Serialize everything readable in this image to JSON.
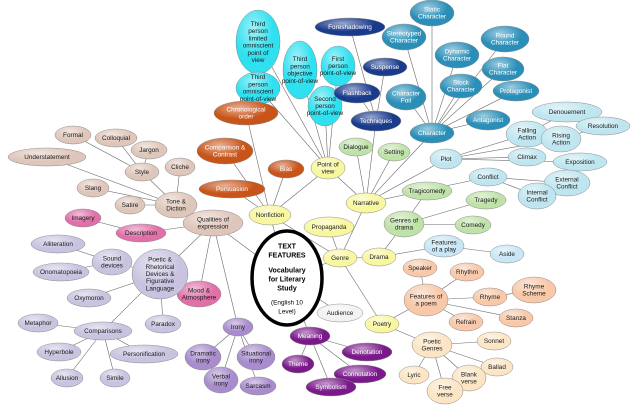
{
  "center": {
    "lines_bold": [
      "TEXT",
      "FEATURES",
      "",
      "Vocabulary",
      "for Literary",
      "Study"
    ],
    "lines_normal": [
      "(English 10",
      "Level)"
    ]
  },
  "colors": {
    "cyan": "#2ee0f0",
    "navy": "#1a3a8c",
    "steelblue": "#2a8fb8",
    "paleblue": "#bfe6f0",
    "lightblue": "#c8e6f5",
    "yellow": "#f8f7a0",
    "green": "#bfe2a8",
    "orange": "#c8541a",
    "lavender": "#c9c3e0",
    "purple": "#a88ccd",
    "violet": "#7a1a8a",
    "pinkrose": "#e8b8c0",
    "magenta": "#e070a8",
    "tan": "#dfc6ba",
    "peach": "#f8c8a8",
    "cream": "#fbe5c4",
    "white": "#f2f2f2"
  },
  "nodes": [
    {
      "id": "nonfiction",
      "label": "Nonfiction",
      "color": "yellow"
    },
    {
      "id": "pov",
      "label": "Point of view",
      "color": "yellow"
    },
    {
      "id": "narrative",
      "label": "Narrative",
      "color": "yellow"
    },
    {
      "id": "propaganda",
      "label": "Propaganda",
      "color": "yellow"
    },
    {
      "id": "genre",
      "label": "Genre",
      "color": "yellow"
    },
    {
      "id": "drama",
      "label": "Drama",
      "color": "yellow"
    },
    {
      "id": "poetry",
      "label": "Poetry",
      "color": "yellow"
    },
    {
      "id": "dialogue",
      "label": "Dialogue",
      "color": "green"
    },
    {
      "id": "setting",
      "label": "Setting",
      "color": "green"
    },
    {
      "id": "genres_drama",
      "label": "Genres of drama",
      "color": "green"
    },
    {
      "id": "tragicomedy",
      "label": "Tragicomedy",
      "color": "green"
    },
    {
      "id": "tragedy",
      "label": "Tragedy",
      "color": "green"
    },
    {
      "id": "comedy",
      "label": "Comedy",
      "color": "green"
    },
    {
      "id": "features_play",
      "label": "Features of a play",
      "color": "lightblue"
    },
    {
      "id": "aside",
      "label": "Aside",
      "color": "lightblue"
    },
    {
      "id": "third_limited",
      "label": "Third person limited omniscient point of view",
      "color": "cyan"
    },
    {
      "id": "third_objective",
      "label": "Third person objective point-of-view",
      "color": "cyan"
    },
    {
      "id": "first_person",
      "label": "First person point-of-view",
      "color": "cyan"
    },
    {
      "id": "third_omni",
      "label": "Third person omniscient point-of-view",
      "color": "cyan"
    },
    {
      "id": "second_person",
      "label": "Second person point-of-view",
      "color": "cyan"
    },
    {
      "id": "foreshadowing",
      "label": "Foreshadowing",
      "color": "navy"
    },
    {
      "id": "suspense",
      "label": "Suspense",
      "color": "navy"
    },
    {
      "id": "flashback",
      "label": "Flashback",
      "color": "navy"
    },
    {
      "id": "techniques",
      "label": "Techniques",
      "color": "navy"
    },
    {
      "id": "character_foil",
      "label": "Character Foil",
      "color": "steelblue"
    },
    {
      "id": "stereotyped",
      "label": "Stereotyped Character",
      "color": "steelblue"
    },
    {
      "id": "static",
      "label": "Static Character",
      "color": "steelblue"
    },
    {
      "id": "round",
      "label": "Round Character",
      "color": "steelblue"
    },
    {
      "id": "dynamic",
      "label": "Dynamic Character",
      "color": "steelblue"
    },
    {
      "id": "flat",
      "label": "Flat Character",
      "color": "steelblue"
    },
    {
      "id": "stock",
      "label": "Stock Character",
      "color": "steelblue"
    },
    {
      "id": "protagonist",
      "label": "Protagonist",
      "color": "steelblue"
    },
    {
      "id": "antagonist",
      "label": "Antagonist",
      "color": "steelblue"
    },
    {
      "id": "character",
      "label": "Character",
      "color": "steelblue"
    },
    {
      "id": "plot",
      "label": "Plot",
      "color": "paleblue"
    },
    {
      "id": "denouement",
      "label": "Denouement",
      "color": "paleblue"
    },
    {
      "id": "falling",
      "label": "Falling Action",
      "color": "paleblue"
    },
    {
      "id": "rising",
      "label": "Rising Action",
      "color": "paleblue"
    },
    {
      "id": "resolution",
      "label": "Resolution",
      "color": "paleblue"
    },
    {
      "id": "climax",
      "label": "Climax",
      "color": "paleblue"
    },
    {
      "id": "exposition",
      "label": "Exposition",
      "color": "paleblue"
    },
    {
      "id": "conflict",
      "label": "Conflict",
      "color": "paleblue"
    },
    {
      "id": "external",
      "label": "External Conflict",
      "color": "paleblue"
    },
    {
      "id": "internal",
      "label": "Internal Conflict",
      "color": "paleblue"
    },
    {
      "id": "chronological",
      "label": "Chronological order",
      "color": "orange"
    },
    {
      "id": "comparison_contrast",
      "label": "Comparison & Contrast",
      "color": "orange"
    },
    {
      "id": "bias",
      "label": "Bias",
      "color": "orange"
    },
    {
      "id": "persuasion",
      "label": "Persuasion",
      "color": "orange"
    },
    {
      "id": "qualities",
      "label": "Qualities of expression",
      "color": "tan"
    },
    {
      "id": "tone",
      "label": "Tone & Diction",
      "color": "tan"
    },
    {
      "id": "formal",
      "label": "Formal",
      "color": "tan"
    },
    {
      "id": "colloquial",
      "label": "Colloquial",
      "color": "tan"
    },
    {
      "id": "jargon",
      "label": "Jargon",
      "color": "tan"
    },
    {
      "id": "style",
      "label": "Style",
      "color": "tan"
    },
    {
      "id": "cliche",
      "label": "Cliche",
      "color": "tan"
    },
    {
      "id": "understatement",
      "label": "Understatement",
      "color": "tan"
    },
    {
      "id": "slang",
      "label": "Slang",
      "color": "tan"
    },
    {
      "id": "satire",
      "label": "Satire",
      "color": "tan"
    },
    {
      "id": "imagery",
      "label": "Imagery",
      "color": "magenta"
    },
    {
      "id": "description",
      "label": "Description",
      "color": "magenta"
    },
    {
      "id": "mood",
      "label": "Mood & Atmosphere",
      "color": "magenta"
    },
    {
      "id": "poetic_devices",
      "label": "Poetic & Rhetorical Devices & Figurative Language",
      "color": "lavender"
    },
    {
      "id": "alliteration",
      "label": "Alliteration",
      "color": "lavender"
    },
    {
      "id": "sound_devices",
      "label": "Sound devices",
      "color": "lavender"
    },
    {
      "id": "onomatopoeia",
      "label": "Onomatopoeia",
      "color": "lavender"
    },
    {
      "id": "oxymoron",
      "label": "Oxymoron",
      "color": "lavender"
    },
    {
      "id": "paradox",
      "label": "Paradox",
      "color": "lavender"
    },
    {
      "id": "metaphor",
      "label": "Metaphor",
      "color": "lavender"
    },
    {
      "id": "comparisons",
      "label": "Comparisons",
      "color": "lavender"
    },
    {
      "id": "hyperbole",
      "label": "Hyperbole",
      "color": "lavender"
    },
    {
      "id": "personification",
      "label": "Personification",
      "color": "lavender"
    },
    {
      "id": "allusion",
      "label": "Allusion",
      "color": "lavender"
    },
    {
      "id": "simile",
      "label": "Simile",
      "color": "lavender"
    },
    {
      "id": "irony",
      "label": "Irony",
      "color": "purple"
    },
    {
      "id": "dramatic_irony",
      "label": "Dramatic irony",
      "color": "purple"
    },
    {
      "id": "situational_irony",
      "label": "Situational irony",
      "color": "purple"
    },
    {
      "id": "verbal_irony",
      "label": "Verbal irony",
      "color": "purple"
    },
    {
      "id": "sarcasm",
      "label": "Sarcasm",
      "color": "purple"
    },
    {
      "id": "audience",
      "label": "Audience",
      "color": "white"
    },
    {
      "id": "meaning",
      "label": "Meaning",
      "color": "violet"
    },
    {
      "id": "denotation",
      "label": "Denotation",
      "color": "violet"
    },
    {
      "id": "theme",
      "label": "Theme",
      "color": "violet"
    },
    {
      "id": "connotation",
      "label": "Connotation",
      "color": "violet"
    },
    {
      "id": "symbolism",
      "label": "Symbolism",
      "color": "violet"
    },
    {
      "id": "speaker",
      "label": "Speaker",
      "color": "peach"
    },
    {
      "id": "rhythm",
      "label": "Rhythm",
      "color": "peach"
    },
    {
      "id": "features_poem",
      "label": "Features of a poem",
      "color": "peach"
    },
    {
      "id": "rhyme",
      "label": "Rhyme",
      "color": "peach"
    },
    {
      "id": "rhyme_scheme",
      "label": "Rhyme Scheme",
      "color": "peach"
    },
    {
      "id": "refrain",
      "label": "Refrain",
      "color": "peach"
    },
    {
      "id": "stanza",
      "label": "Stanza",
      "color": "peach"
    },
    {
      "id": "poetic_genres",
      "label": "Poetic Genres",
      "color": "cream"
    },
    {
      "id": "sonnet",
      "label": "Sonnet",
      "color": "cream"
    },
    {
      "id": "ballad",
      "label": "Ballad",
      "color": "cream"
    },
    {
      "id": "lyric",
      "label": "Lyric",
      "color": "cream"
    },
    {
      "id": "blank_verse",
      "label": "Blank verse",
      "color": "cream"
    },
    {
      "id": "free_verse",
      "label": "Free verse",
      "color": "cream"
    }
  ]
}
